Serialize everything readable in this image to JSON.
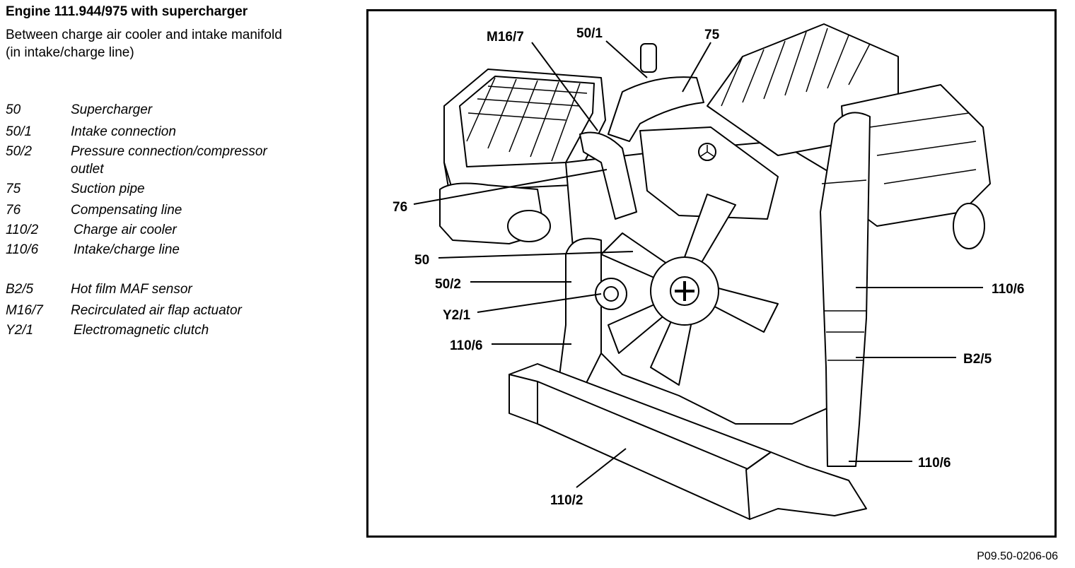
{
  "title": "Engine 111.944/975 with supercharger",
  "subtitle_line1": "Between charge air cooler and intake manifold",
  "subtitle_line2": "(in intake/charge line)",
  "legend": [
    {
      "code": "50",
      "desc": "Supercharger"
    },
    {
      "code": "50/1",
      "desc": "Intake connection"
    },
    {
      "code": "50/2",
      "desc": "Pressure connection/compressor",
      "desc2": "outlet"
    },
    {
      "code": "75",
      "desc": "Suction pipe"
    },
    {
      "code": "76",
      "desc": "Compensating line"
    },
    {
      "code": "110/2",
      "desc": "Charge air cooler"
    },
    {
      "code": "110/6",
      "desc": "Intake/charge line"
    },
    {
      "code": "B2/5",
      "desc": "Hot film MAF sensor"
    },
    {
      "code": "M16/7",
      "desc": "Recirculated air flap actuator"
    },
    {
      "code": "Y2/1",
      "desc": "Electromagnetic clutch"
    }
  ],
  "callouts": {
    "m16_7": "M16/7",
    "c50_1": "50/1",
    "c75": "75",
    "c76": "76",
    "c50": "50",
    "c50_2": "50/2",
    "y2_1": "Y2/1",
    "c110_6_left": "110/6",
    "c110_6_right": "110/6",
    "b2_5": "B2/5",
    "c110_6_bottom": "110/6",
    "c110_2": "110/2"
  },
  "figure_id": "P09.50-0206-06"
}
